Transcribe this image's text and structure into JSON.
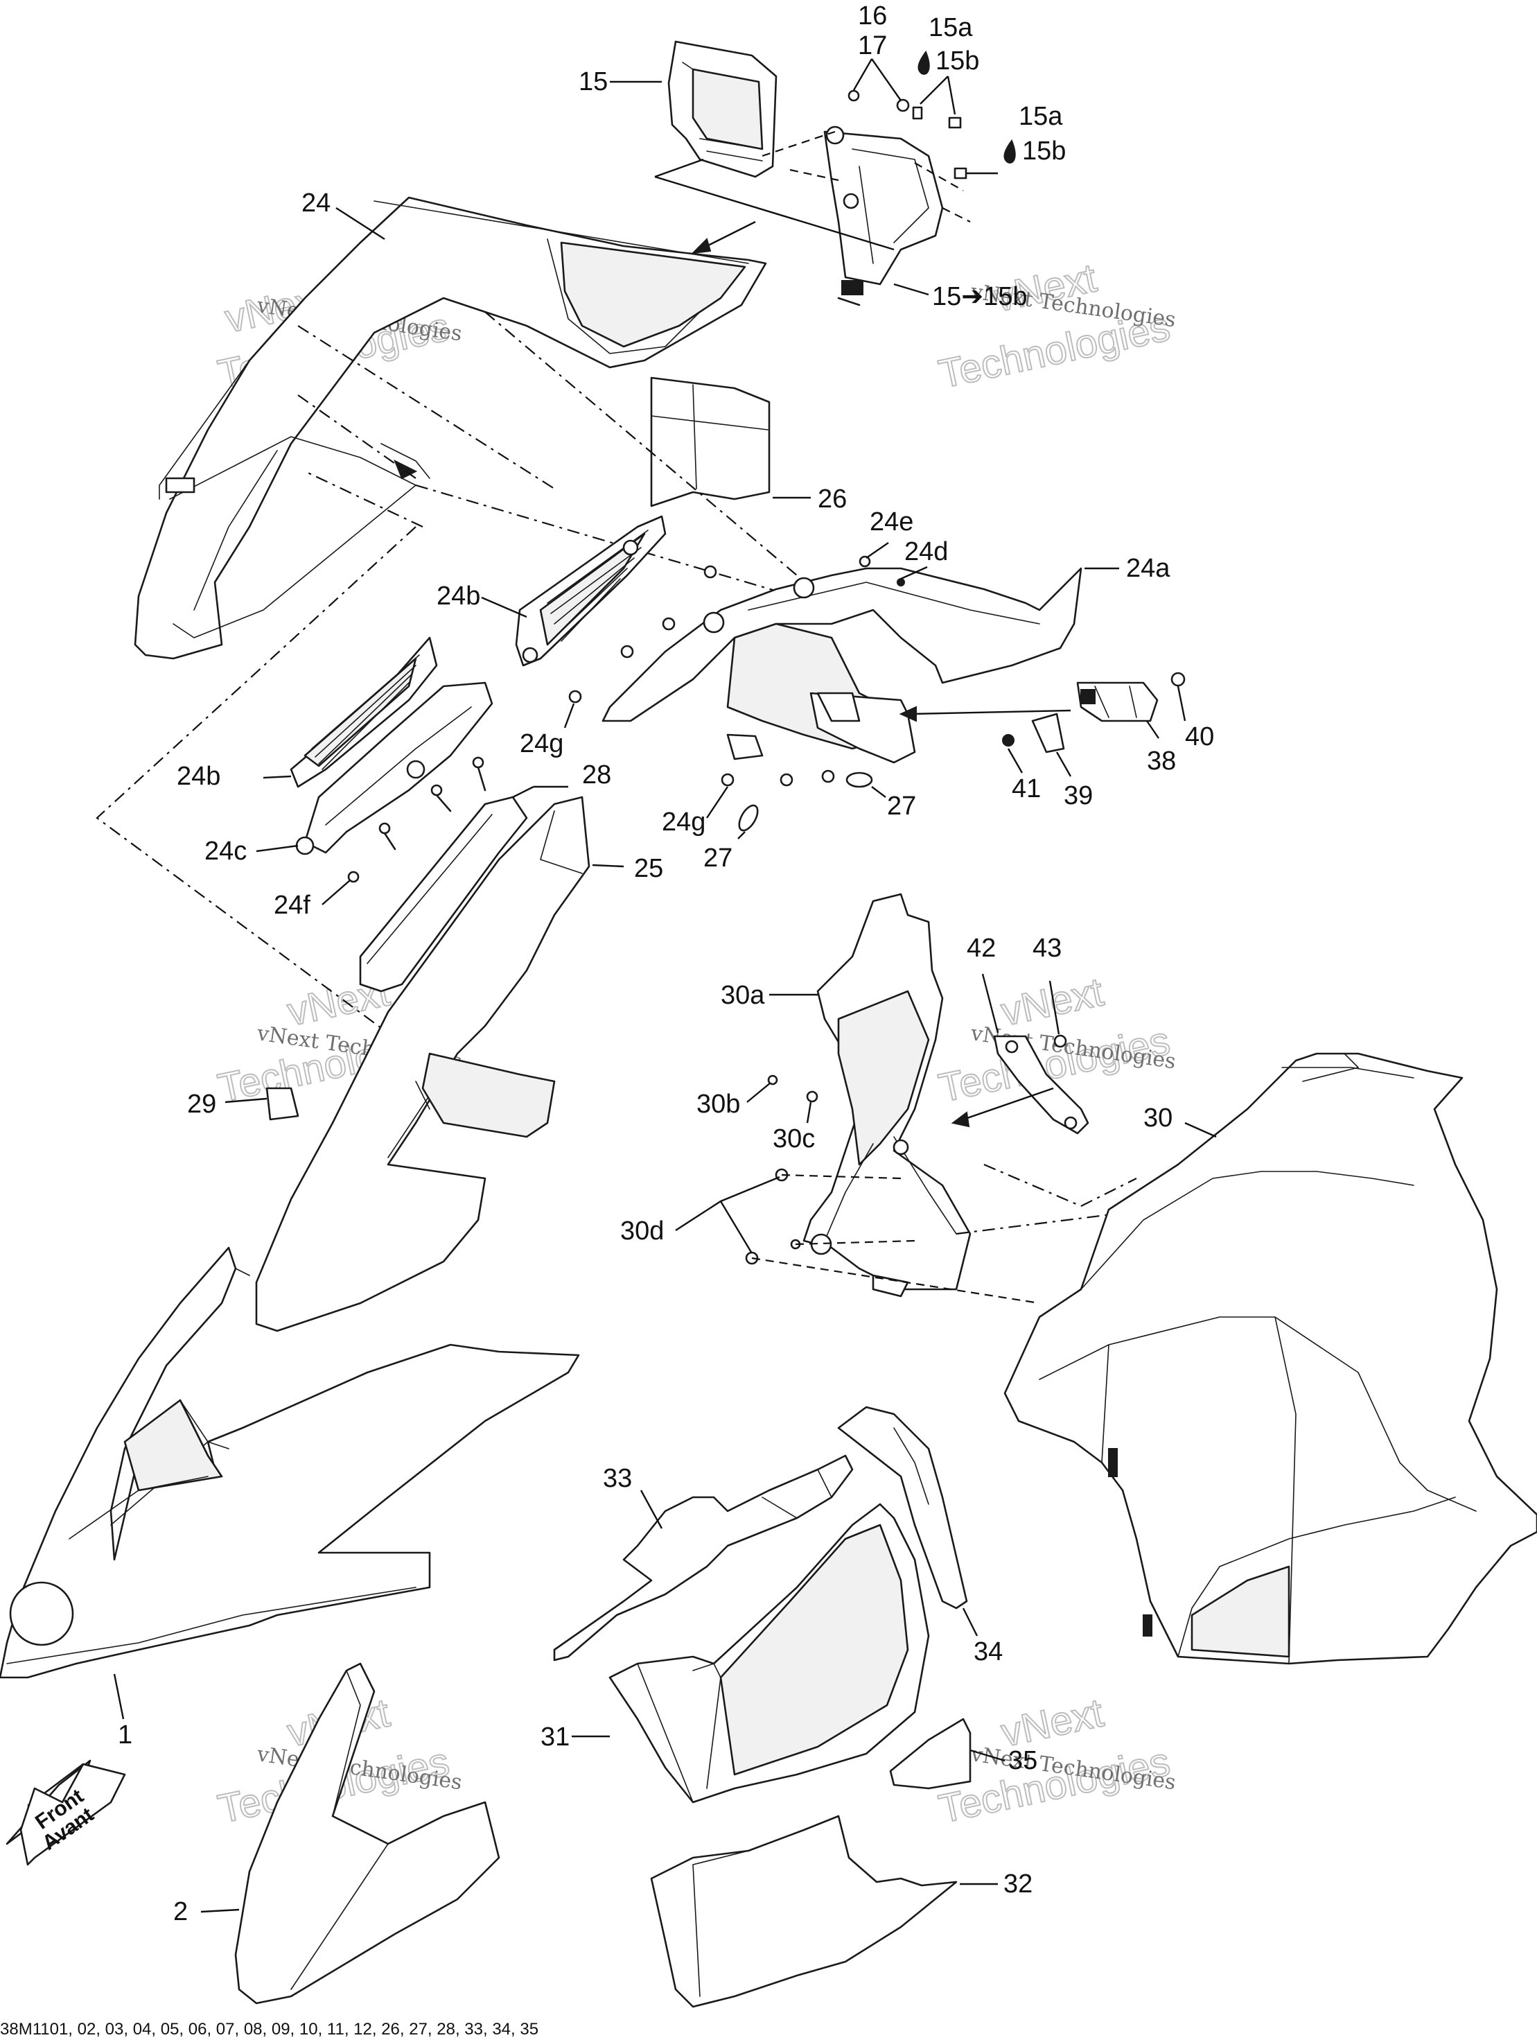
{
  "labels": {
    "l16": "16",
    "l17": "17",
    "l15a_1": "15a",
    "l15b_1": "15b",
    "l15": "15",
    "l15a_2": "15a",
    "l15b_2": "15b",
    "l15to15b": "15➔15b",
    "l24": "24",
    "l26": "26",
    "l24e": "24e",
    "l24d": "24d",
    "l24a": "24a",
    "l24b_1": "24b",
    "l24g_1": "24g",
    "l24b_2": "24b",
    "l24c": "24c",
    "l24f": "24f",
    "l28": "28",
    "l25": "25",
    "l24g_2": "24g",
    "l27_1": "27",
    "l27_2": "27",
    "l40": "40",
    "l38": "38",
    "l41": "41",
    "l39": "39",
    "l42": "42",
    "l43": "43",
    "l30a": "30a",
    "l30b": "30b",
    "l30c": "30c",
    "l30d": "30d",
    "l30": "30",
    "l29": "29",
    "l1": "1",
    "l33": "33",
    "l34": "34",
    "l31": "31",
    "l35": "35",
    "l2": "2",
    "l32": "32"
  },
  "front_arrow": {
    "line1": "Front",
    "line2": "Avant"
  },
  "watermark": {
    "small": "vNext Technologies",
    "big_1": "vNext",
    "big_2": "Technologies"
  },
  "footer": "38M1101, 02, 03, 04, 05, 06, 07, 08, 09, 10, 11, 12, 26, 27, 28, 33, 34, 35",
  "icons": [
    "oil-drop-icon",
    "front-direction-arrow-icon"
  ]
}
